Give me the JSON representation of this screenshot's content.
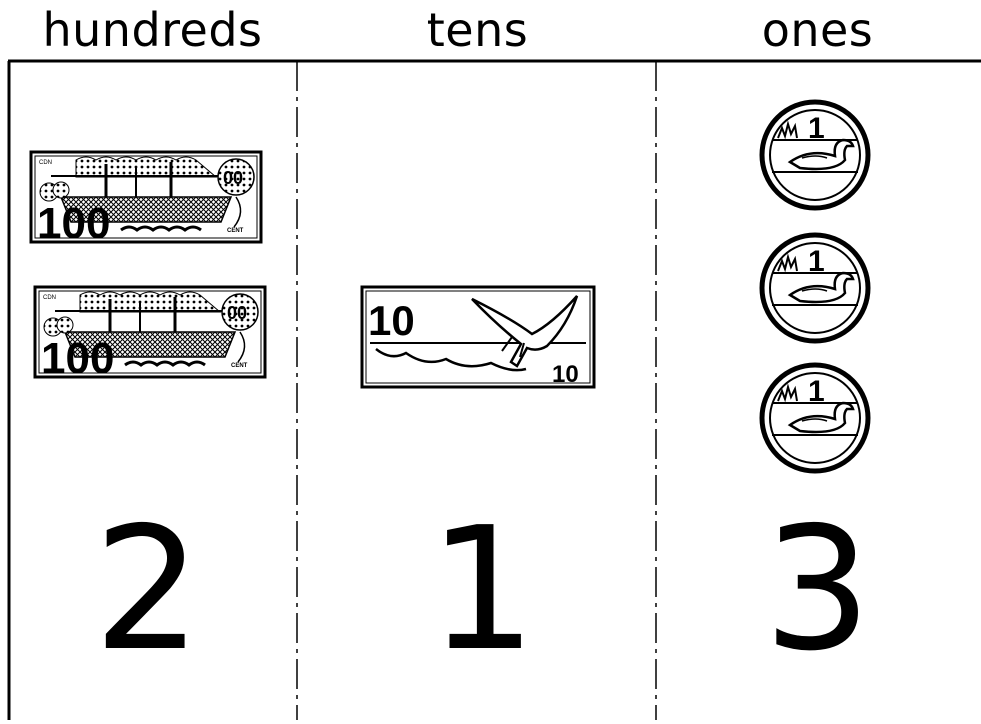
{
  "headers": {
    "hundreds": "hundreds",
    "tens": "tens",
    "ones": "ones"
  },
  "digits": {
    "hundreds": "2",
    "tens": "1",
    "ones": "3"
  },
  "money": {
    "hundred_bill_value": "100",
    "hundred_bill_count": 2,
    "ten_bill_value": "10",
    "ten_bill_count": 1,
    "one_coin_value": "1",
    "one_coin_count": 3
  }
}
